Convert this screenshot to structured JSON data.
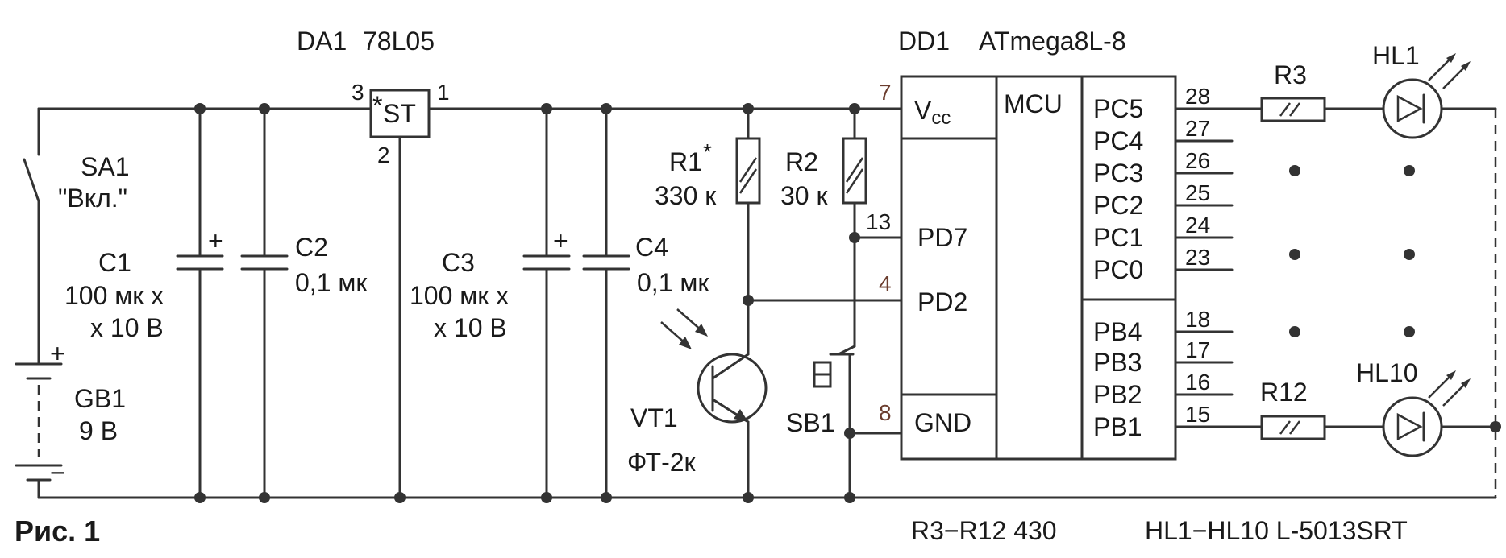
{
  "figure_caption": "Рис. 1",
  "notes": {
    "resistors": "R3−R12 430",
    "leds": "HL1−HL10 L-5013SRT"
  },
  "components": {
    "sa1": {
      "ref": "SA1",
      "label": "\"Вкл.\""
    },
    "gb1": {
      "ref": "GB1",
      "value": "9 В"
    },
    "c1": {
      "ref": "C1",
      "value1": "100 мк х",
      "value2": "х 10 В"
    },
    "c2": {
      "ref": "C2",
      "value": "0,1 мк"
    },
    "c3": {
      "ref": "C3",
      "value1": "100 мк х",
      "value2": "х 10 В"
    },
    "c4": {
      "ref": "C4",
      "value": "0,1 мк"
    },
    "da1": {
      "ref": "DA1",
      "part": "78L05",
      "body": "ST",
      "star": "*",
      "pin_in": "3",
      "pin_out": "1",
      "pin_gnd": "2"
    },
    "r1": {
      "ref": "R1",
      "star": "*",
      "value": "330 к"
    },
    "r2": {
      "ref": "R2",
      "value": "30 к"
    },
    "vt1": {
      "ref": "VT1",
      "part": "ФТ-2к"
    },
    "sb1": {
      "ref": "SB1"
    },
    "r3": {
      "ref": "R3"
    },
    "r12": {
      "ref": "R12"
    },
    "hl1": {
      "ref": "HL1"
    },
    "hl10": {
      "ref": "HL10"
    },
    "dd1": {
      "ref": "DD1",
      "part": "ATmega8L-8",
      "core": "MCU",
      "left_pins": {
        "vcc": {
          "name": "V",
          "sub": "cc",
          "num": "7"
        },
        "pd7": {
          "name": "PD7",
          "num": "13"
        },
        "pd2": {
          "name": "PD2",
          "num": "4"
        },
        "gnd": {
          "name": "GND",
          "num": "8"
        }
      },
      "right_pins": [
        {
          "name": "PC5",
          "num": "28"
        },
        {
          "name": "PC4",
          "num": "27"
        },
        {
          "name": "PC3",
          "num": "26"
        },
        {
          "name": "PC2",
          "num": "25"
        },
        {
          "name": "PC1",
          "num": "24"
        },
        {
          "name": "PC0",
          "num": "23"
        },
        {
          "name": "PB4",
          "num": "18"
        },
        {
          "name": "PB3",
          "num": "17"
        },
        {
          "name": "PB2",
          "num": "16"
        },
        {
          "name": "PB1",
          "num": "15"
        }
      ]
    }
  },
  "symbols": {
    "plus": "+",
    "minus": "−"
  }
}
